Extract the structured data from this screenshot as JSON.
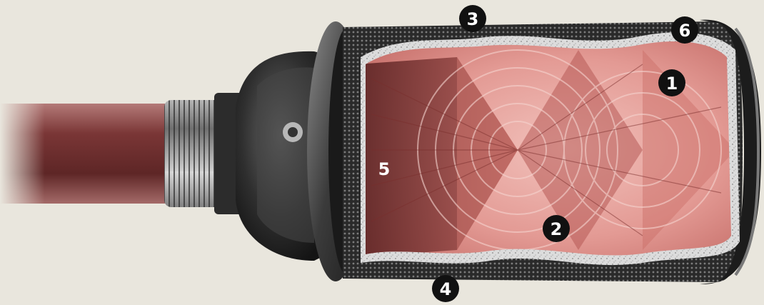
{
  "figure": {
    "markers": [
      "1",
      "2",
      "3",
      "4",
      "5",
      "6"
    ]
  },
  "colors": {
    "background": "#e9e6dd",
    "hose": "#6b2d2d",
    "metal": "#3a3a3a",
    "mesh": "#222222",
    "foam": "#d8d8d8",
    "chamber": "#e8a6a0",
    "marker": "#111111"
  }
}
